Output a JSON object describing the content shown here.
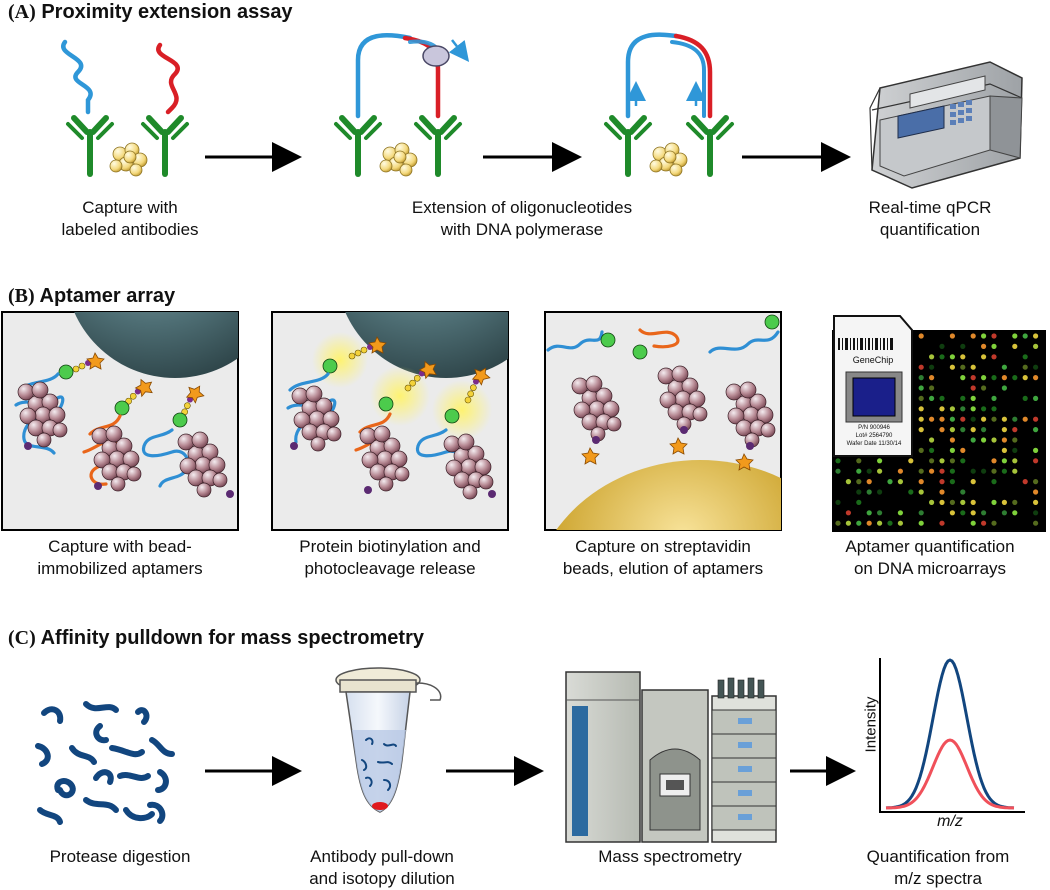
{
  "sections": {
    "a": {
      "letter": "(A)",
      "title": "Proximity extension assay"
    },
    "b": {
      "letter": "(B)",
      "title": "Aptamer array"
    },
    "c": {
      "letter": "(C)",
      "title": "Affinity pulldown for mass spectrometry"
    }
  },
  "captions": {
    "a1": [
      "Capture with",
      "labeled antibodies"
    ],
    "a2": [
      "Extension of oligonucleotides",
      "with DNA polymerase"
    ],
    "a3": [
      "Real-time qPCR",
      "quantification"
    ],
    "b1": [
      "Capture with bead-",
      "immobilized aptamers"
    ],
    "b2": [
      "Protein biotinylation and",
      "photocleavage release"
    ],
    "b3": [
      "Capture on streptavidin",
      "beads, elution of aptamers"
    ],
    "b4": [
      "Aptamer quantification",
      "on DNA microarrays"
    ],
    "c1": [
      "Protease digestion"
    ],
    "c2": [
      "Antibody pull-down",
      "and isotopy dilution"
    ],
    "c3": [
      "Mass spectrometry"
    ],
    "c4": [
      "Quantification from",
      "m/z spectra"
    ]
  },
  "chip": {
    "brand": "GeneChip",
    "line1": "P/N 900946",
    "line2": "Lot# 2564790",
    "line3": "Wafer Date 11/30/14"
  },
  "spectrum": {
    "ylabel": "Intensity",
    "xlabel": "m/z"
  },
  "colors": {
    "blue_strand": "#2f97d8",
    "red_strand": "#d91f26",
    "antibody": "#1f8a2a",
    "orange_aptamer": "#e9661a",
    "dark_blue": "#12467f",
    "bead_teal": "#4a6a70",
    "bead_gold": "#b98d18"
  }
}
